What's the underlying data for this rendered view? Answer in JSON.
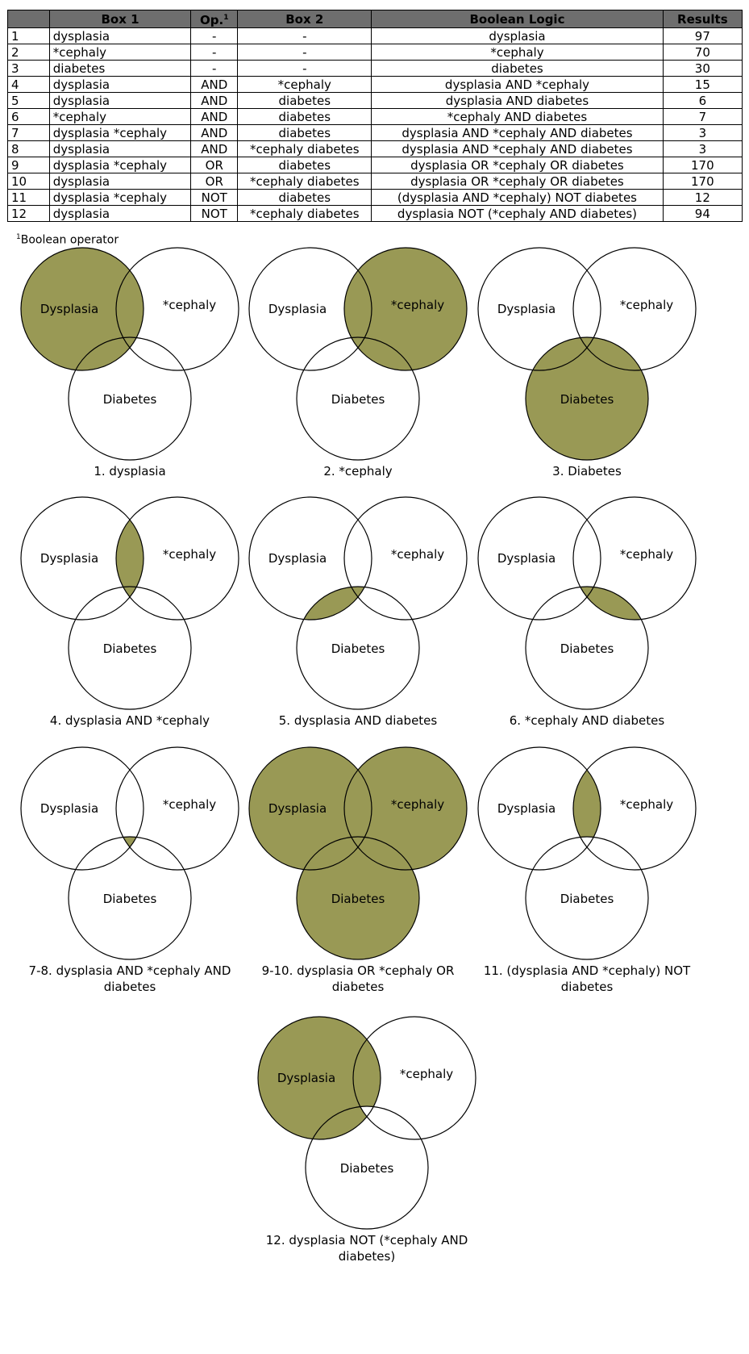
{
  "table": {
    "headers": [
      "",
      "Box 1",
      "Op.",
      "Box 2",
      "Boolean Logic",
      "Results"
    ],
    "op_superscript": "1",
    "rows": [
      [
        "1",
        "dysplasia",
        "-",
        "-",
        "dysplasia",
        "97"
      ],
      [
        "2",
        "*cephaly",
        "-",
        "-",
        "*cephaly",
        "70"
      ],
      [
        "3",
        "diabetes",
        "-",
        "-",
        "diabetes",
        "30"
      ],
      [
        "4",
        "dysplasia",
        "AND",
        "*cephaly",
        "dysplasia AND *cephaly",
        "15"
      ],
      [
        "5",
        "dysplasia",
        "AND",
        "diabetes",
        "dysplasia AND diabetes",
        "6"
      ],
      [
        "6",
        "*cephaly",
        "AND",
        "diabetes",
        "*cephaly AND diabetes",
        "7"
      ],
      [
        "7",
        "dysplasia *cephaly",
        "AND",
        "diabetes",
        "dysplasia AND *cephaly AND diabetes",
        "3"
      ],
      [
        "8",
        "dysplasia",
        "AND",
        "*cephaly diabetes",
        "dysplasia AND *cephaly AND diabetes",
        "3"
      ],
      [
        "9",
        "dysplasia *cephaly",
        "OR",
        "diabetes",
        "dysplasia OR *cephaly OR diabetes",
        "170"
      ],
      [
        "10",
        "dysplasia",
        "OR",
        "*cephaly diabetes",
        "dysplasia OR *cephaly OR diabetes",
        "170"
      ],
      [
        "11",
        "dysplasia *cephaly",
        "NOT",
        "diabetes",
        "(dysplasia AND *cephaly) NOT diabetes",
        "12"
      ],
      [
        "12",
        "dysplasia",
        "NOT",
        "*cephaly diabetes",
        "dysplasia NOT (*cephaly AND diabetes)",
        "94"
      ]
    ]
  },
  "footnote": {
    "marker": "1",
    "text": "Boolean operator"
  },
  "venn": {
    "fill_color": "#999955",
    "stroke_color": "#000000",
    "circle_labels": [
      "Dysplasia",
      "*cephaly",
      "Diabetes"
    ],
    "diagrams": [
      {
        "caption": [
          "1.  dysplasia"
        ],
        "region": "A"
      },
      {
        "caption": [
          "2.  *cephaly"
        ],
        "region": "B"
      },
      {
        "caption": [
          "3.  Diabetes"
        ],
        "region": "C"
      },
      {
        "caption": [
          "4.  dysplasia AND *cephaly"
        ],
        "region": "A_AND_B"
      },
      {
        "caption": [
          "5.  dysplasia AND diabetes"
        ],
        "region": "A_AND_C"
      },
      {
        "caption": [
          "6.  *cephaly AND diabetes"
        ],
        "region": "B_AND_C"
      },
      {
        "caption": [
          "7-8.  dysplasia AND *cephaly AND",
          "diabetes"
        ],
        "region": "A_AND_B_AND_C"
      },
      {
        "caption": [
          "9-10.  dysplasia OR *cephaly OR",
          "diabetes"
        ],
        "region": "A_OR_B_OR_C"
      },
      {
        "caption": [
          "11.  (dysplasia AND *cephaly) NOT",
          "diabetes"
        ],
        "region": "A_AND_B_NOT_C"
      },
      {
        "caption": [
          "12.  dysplasia NOT (*cephaly AND",
          "diabetes)"
        ],
        "region": "A_NOT_B_AND_C"
      }
    ]
  }
}
